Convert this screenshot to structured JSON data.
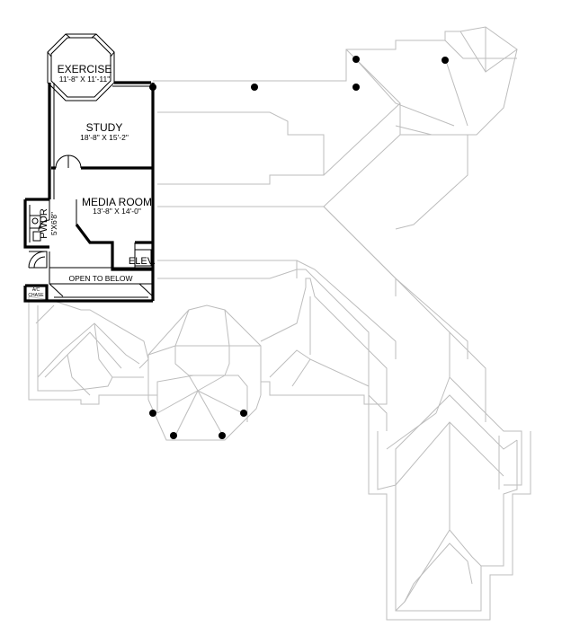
{
  "rooms": {
    "exercise": {
      "name": "EXERCISE",
      "dims": "11'-8\" X 11'-11\""
    },
    "study": {
      "name": "STUDY",
      "dims": "18'-8\" X 15'-2\""
    },
    "media": {
      "name": "MEDIA ROOM",
      "dims": "13'-8\" X 14'-0\""
    },
    "powder": {
      "name": "PWDR",
      "dims": "5'X6'8\""
    },
    "elevator": {
      "name": "ELEV."
    },
    "open_to_below": {
      "name": "OPEN TO BELOW"
    },
    "ac_chase": {
      "line1": "A/C",
      "line2": "CHASE"
    }
  }
}
